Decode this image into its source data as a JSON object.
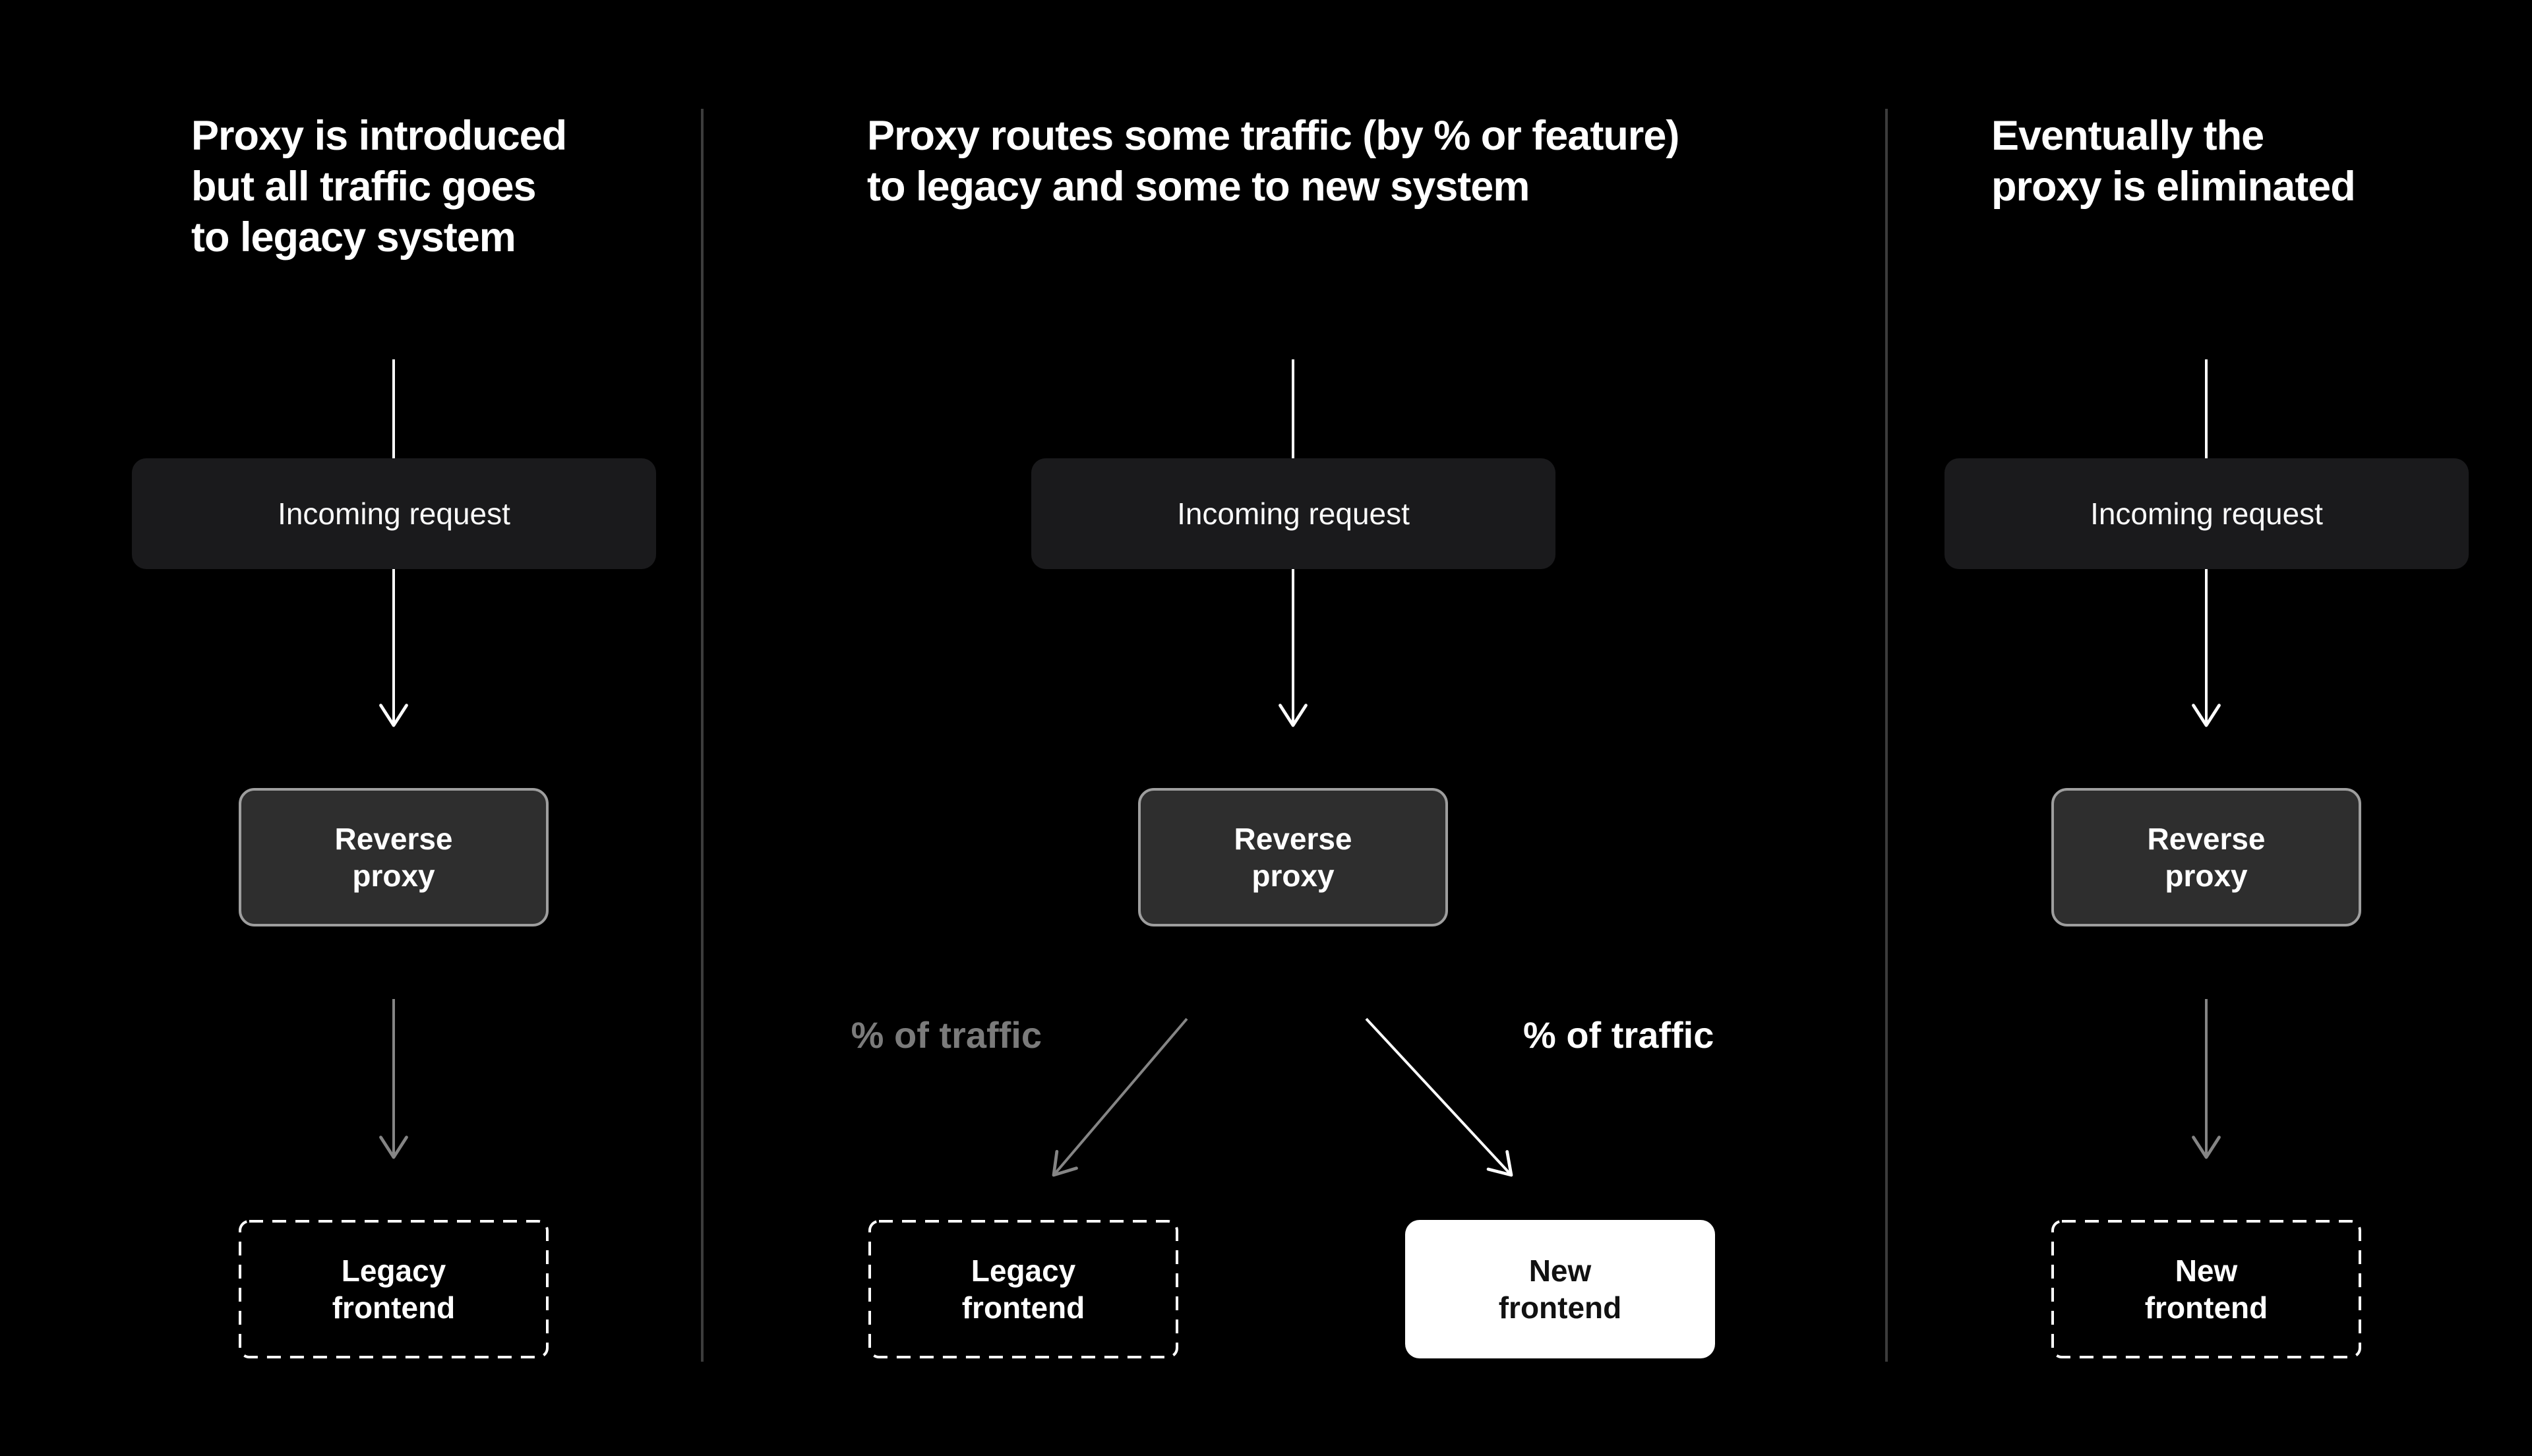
{
  "diagram": {
    "colors": {
      "background": "#000000",
      "panel_divider": "#3c3c3c",
      "arrow_emphasis": "#ffffff",
      "arrow_muted": "#858585",
      "incoming_node_fill": "#1a1a1c",
      "proxy_node_fill": "#2e2e2e",
      "proxy_node_border": "#9e9e9e",
      "dashed_node_border": "#ffffff",
      "new_node_fill": "#ffffff",
      "new_node_text": "#111111",
      "muted_label_text": "#7b7b7b"
    },
    "panels": [
      {
        "title": "Proxy is introduced\nbut all traffic goes\nto legacy system",
        "incoming_label": "Incoming request",
        "proxy_label": "Reverse\nproxy",
        "target_label": "Legacy\nfrontend"
      },
      {
        "title": "Proxy routes some traffic (by % or feature)\nto legacy and some to new system",
        "incoming_label": "Incoming request",
        "proxy_label": "Reverse\nproxy",
        "traffic_left_label": "% of traffic",
        "traffic_right_label": "% of traffic",
        "legacy_label": "Legacy\nfrontend",
        "new_label": "New\nfrontend"
      },
      {
        "title": "Eventually the\nproxy is eliminated",
        "incoming_label": "Incoming request",
        "proxy_label": "Reverse\nproxy",
        "target_label": "New\nfrontend"
      }
    ]
  }
}
